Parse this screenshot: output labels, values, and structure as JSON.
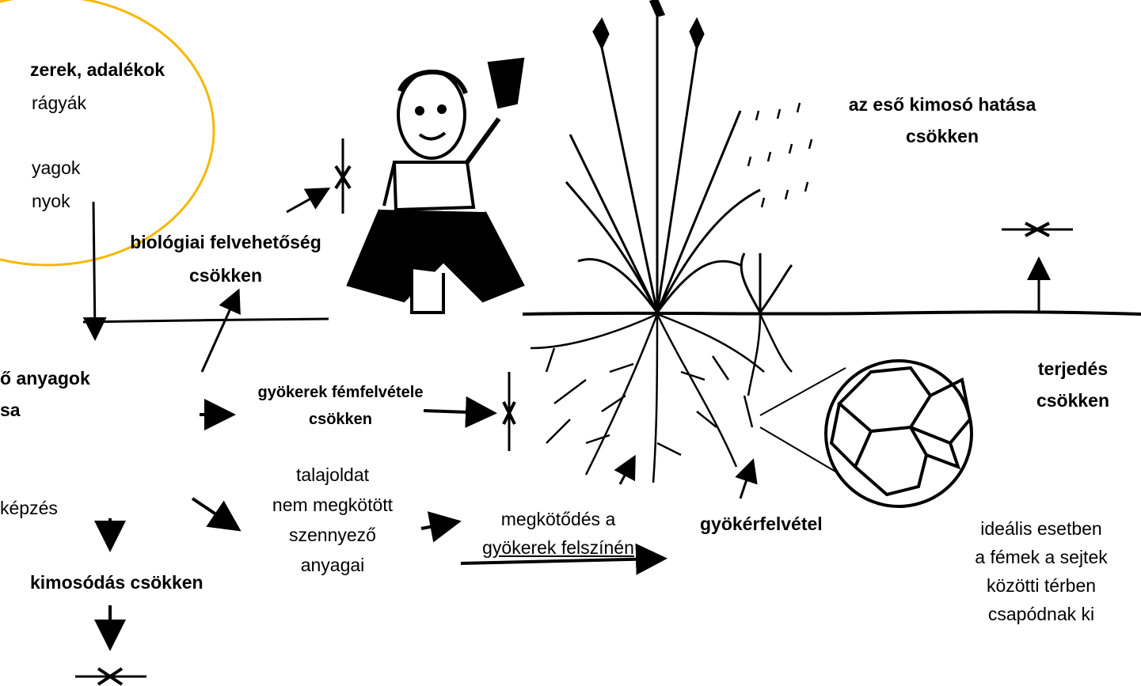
{
  "labels": {
    "amendments_title": "zerek, adalékok",
    "amendments_l1": "rágyák",
    "amendments_l2": "yagok",
    "amendments_l3": "nyok",
    "bio_availability_l1": "biológiai felvehetőség",
    "bio_availability_l2": "csökken",
    "rain_l1": "az eső kimosó hatása",
    "rain_l2": "csökken",
    "spread_l1": "terjedés",
    "spread_l2": "csökken",
    "pollutants_l1": "ő anyagok",
    "pollutants_l2": "sa",
    "root_uptake_l1": "gyökerek fémfelvétele",
    "root_uptake_l2": "csökken",
    "formation": "képzés",
    "solution_l1": "talajoldat",
    "solution_l2": "nem megkötött",
    "solution_l3": "szennyező",
    "solution_l4": "anyagai",
    "binding_l1": "megkötődés a",
    "binding_l2": "gyökerek felszínén",
    "gyokerfelvetel": "gyökérfelvétel",
    "leaching": "kimosódás csökken",
    "ideal_l1": "ideális esetben",
    "ideal_l2": "a fémek a sejtek",
    "ideal_l3": "közötti térben",
    "ideal_l4": "csapódnak ki"
  },
  "colors": {
    "highlight": "#f5b800",
    "ink": "#000000"
  },
  "icons": [
    "child-figure",
    "plant",
    "roots",
    "rain-drops",
    "cell-magnifier",
    "blocked-arrow"
  ]
}
